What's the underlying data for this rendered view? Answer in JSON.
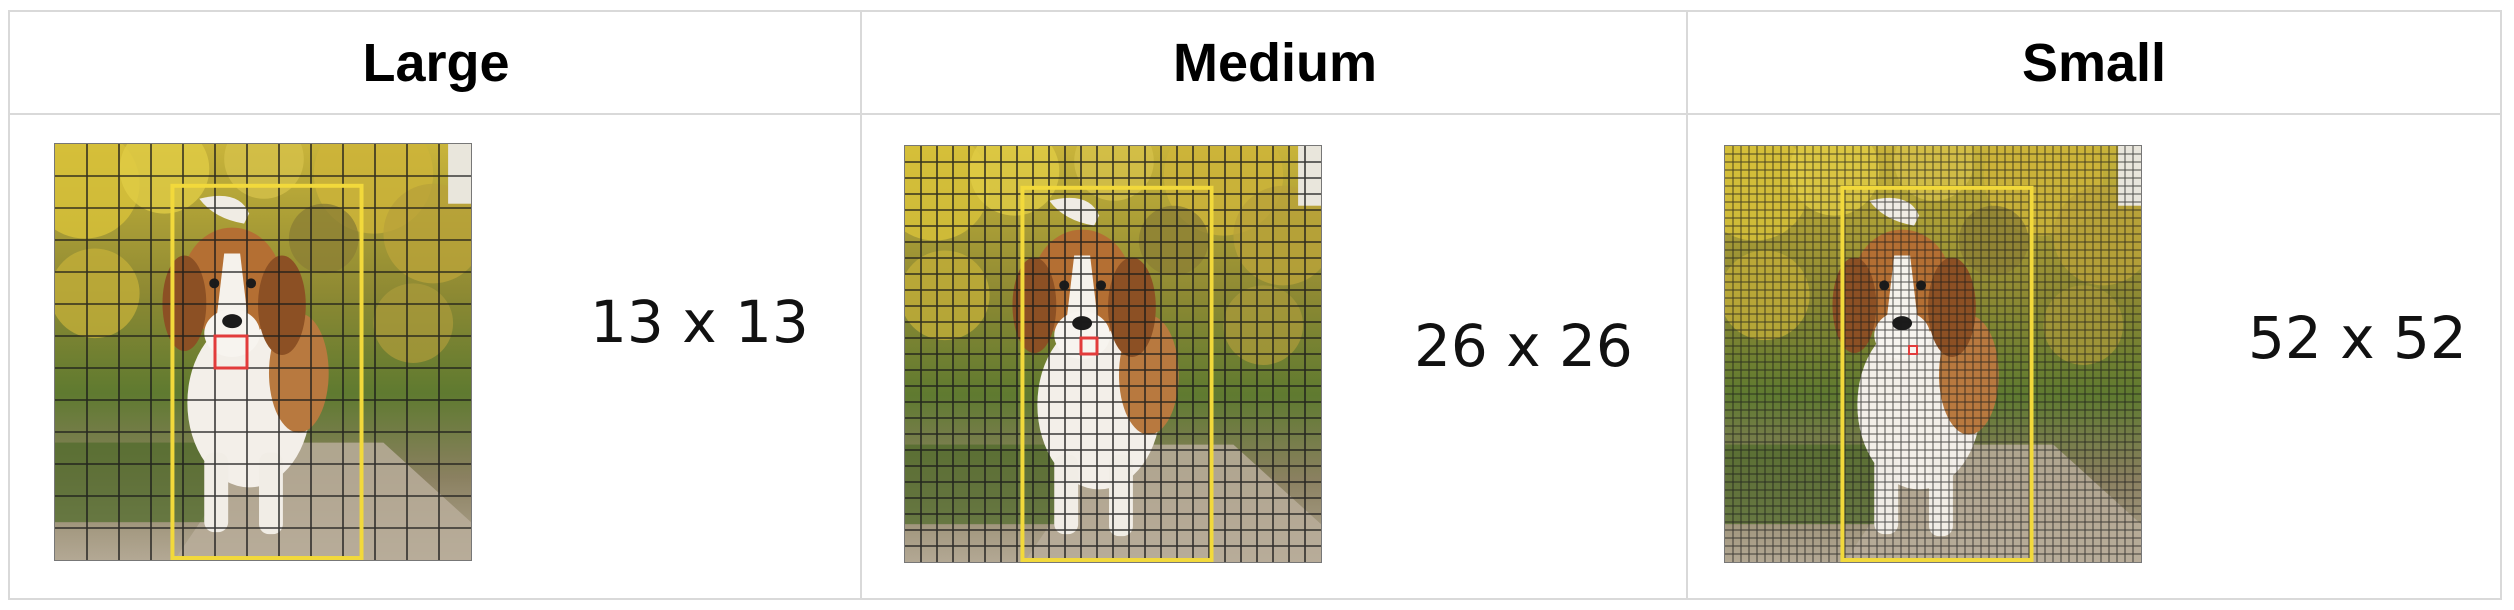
{
  "columns": [
    {
      "header": "Large",
      "grid_label": "13 x 13",
      "grid_n": 13
    },
    {
      "header": "Medium",
      "grid_label": "26 x 26",
      "grid_n": 26
    },
    {
      "header": "Small",
      "grid_label": "52 x 52",
      "grid_n": 52
    }
  ],
  "colors": {
    "table_border": "#d9d9d9",
    "bounding_box": "#f2d93b",
    "center_cell": "#e23b3b",
    "grid_lines": "#1a1a1a"
  }
}
